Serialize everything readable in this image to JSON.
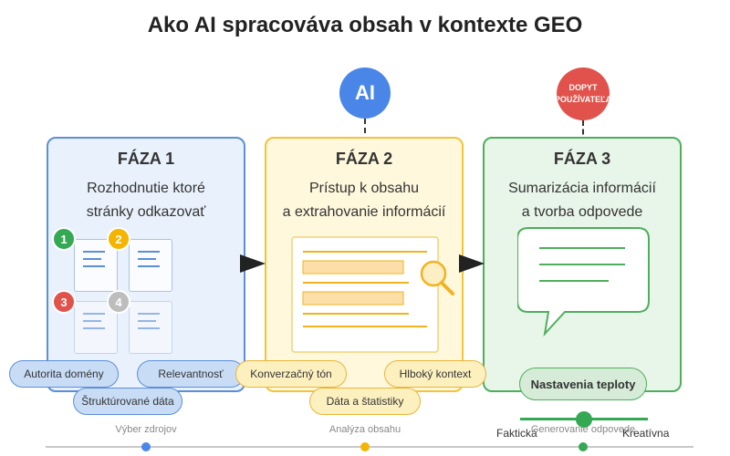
{
  "title": "Ako AI spracováva obsah v kontexte GEO",
  "ai_badge": "AI",
  "user_badge": {
    "line1": "DOPYT",
    "line2": "POUŽÍVATEĽA"
  },
  "phases": [
    {
      "title": "FÁZA 1",
      "desc_line1": "Rozhodnutie ktoré",
      "desc_line2": "stránky odkazovať"
    },
    {
      "title": "FÁZA 2",
      "desc_line1": "Prístup k obsahu",
      "desc_line2": "a extrahovanie informácií"
    },
    {
      "title": "FÁZA 3",
      "desc_line1": "Sumarizácia informácií",
      "desc_line2": "a tvorba odpovede"
    }
  ],
  "page_numbers": [
    "1",
    "2",
    "3",
    "4"
  ],
  "phase1_tags": [
    "Autorita domény",
    "Relevantnosť",
    "Štruktúrované dáta"
  ],
  "phase2_tags": [
    "Konverzačný tón",
    "Hlboký kontext",
    "Dáta a štatistiky"
  ],
  "temperature": {
    "label": "Nastavenia teploty",
    "left": "Faktická",
    "right": "Kreatívna",
    "value": 0.5
  },
  "timeline_labels": [
    "Výber zdrojov",
    "Analýza obsahu",
    "Generovanie odpovede"
  ],
  "colors": {
    "blue": "#5b8fd6",
    "yellow": "#f2c43a",
    "green": "#4fae5d",
    "red": "#e0524b",
    "ai_blue": "#4a86e8"
  }
}
